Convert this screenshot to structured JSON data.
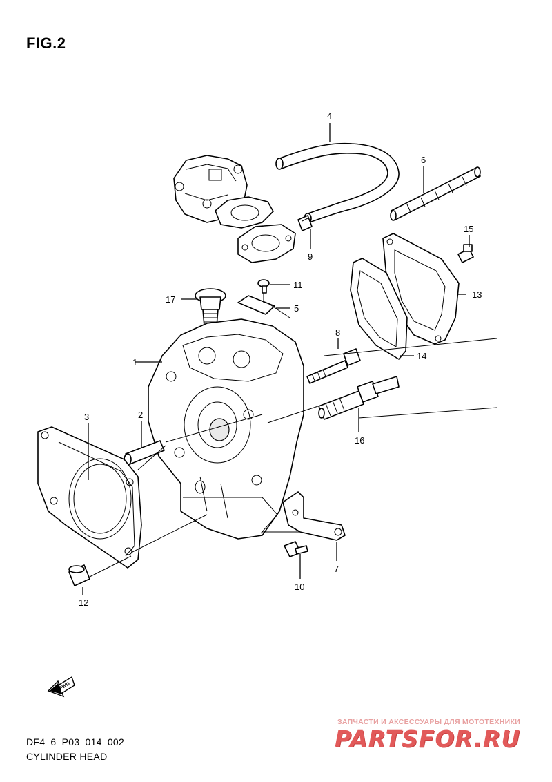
{
  "figure": {
    "title": "FIG.2"
  },
  "caption": {
    "code": "DF4_6_P03_014_002",
    "name": "CYLINDER HEAD"
  },
  "watermark": {
    "tagline": "ЗАПЧАСТИ И АКСЕССУАРЫ ДЛЯ МОТОТЕХНИКИ",
    "logo": "PARTSFOR.RU"
  },
  "direction_arrow": {
    "label": "FWD",
    "icon": "forward-arrow-icon"
  },
  "callouts": [
    {
      "number": "1"
    },
    {
      "number": "2"
    },
    {
      "number": "3"
    },
    {
      "number": "4"
    },
    {
      "number": "5"
    },
    {
      "number": "6"
    },
    {
      "number": "7"
    },
    {
      "number": "8"
    },
    {
      "number": "9"
    },
    {
      "number": "10"
    },
    {
      "number": "11"
    },
    {
      "number": "12"
    },
    {
      "number": "13"
    },
    {
      "number": "14"
    },
    {
      "number": "15"
    },
    {
      "number": "16"
    },
    {
      "number": "17"
    }
  ],
  "colors": {
    "line": "#000000",
    "background": "#ffffff",
    "watermark": "#e25a5a"
  }
}
